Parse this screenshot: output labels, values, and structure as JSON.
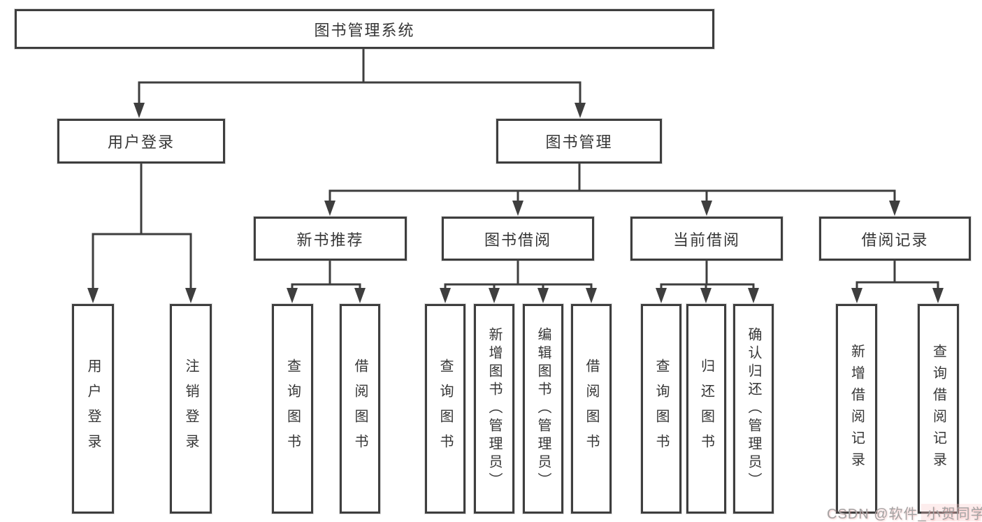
{
  "diagram_title": "图书管理系统",
  "tree": {
    "label": "图书管理系统",
    "children": [
      {
        "label": "用户登录",
        "children": [
          {
            "label": "用户登录"
          },
          {
            "label": "注销登录"
          }
        ]
      },
      {
        "label": "图书管理",
        "children": [
          {
            "label": "新书推荐",
            "children": [
              {
                "label": "查询图书"
              },
              {
                "label": "借阅图书"
              }
            ]
          },
          {
            "label": "图书借阅",
            "children": [
              {
                "label": "查询图书"
              },
              {
                "label": "新增图书（管理员）"
              },
              {
                "label": "编辑图书（管理员）"
              },
              {
                "label": "借阅图书"
              }
            ]
          },
          {
            "label": "当前借阅",
            "children": [
              {
                "label": "查询图书"
              },
              {
                "label": "归还图书"
              },
              {
                "label": "确认归还（管理员）"
              }
            ]
          },
          {
            "label": "借阅记录",
            "children": [
              {
                "label": "新增借阅记录"
              },
              {
                "label": "查询借阅记录"
              }
            ]
          }
        ]
      }
    ]
  },
  "watermark": "CSDN @软件_小贺同学",
  "colors": {
    "line": "#3e3e3e",
    "text": "#363636",
    "background": "#ffffff",
    "watermark": "#a3a3a3"
  }
}
